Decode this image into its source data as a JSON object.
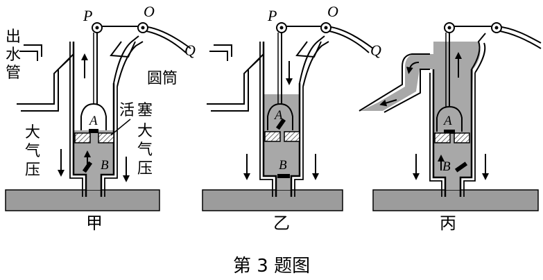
{
  "caption": "第 3 题图",
  "panels": [
    {
      "name": "甲",
      "pivot_labels": [
        "P",
        "O",
        "Q"
      ],
      "valve_labels": [
        "A",
        "B"
      ],
      "part_labels": {
        "outlet_pipe": [
          "出",
          "水",
          "管"
        ],
        "cylinder": "圆筒",
        "piston": [
          "活",
          "塞"
        ],
        "atm_left": [
          "大",
          "气",
          "压"
        ],
        "atm_right": [
          "大",
          "气",
          "压"
        ]
      }
    },
    {
      "name": "乙",
      "pivot_labels": [
        "P",
        "O",
        "Q"
      ],
      "valve_labels": [
        "A",
        "B"
      ]
    },
    {
      "name": "丙",
      "valve_labels": [
        "A",
        "B"
      ]
    }
  ],
  "colors": {
    "water": "#a8a8a8",
    "ground": "#9c9c9c",
    "line": "#000000",
    "hatch": "#555555"
  }
}
